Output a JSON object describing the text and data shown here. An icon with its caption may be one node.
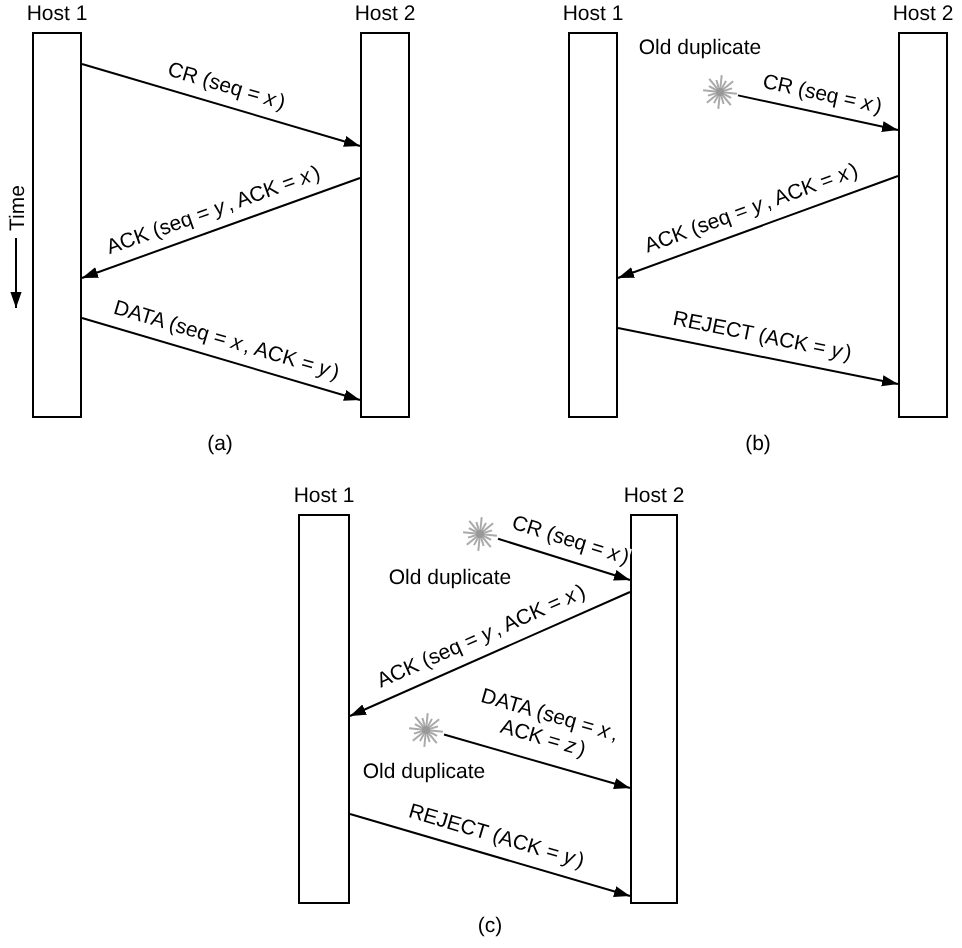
{
  "diagram": {
    "nodes": [
      {
        "text": [
          "Host 1"
        ]
      },
      {
        "text": [
          "Host 2"
        ]
      },
      {
        "text": [
          "Host 1"
        ]
      },
      {
        "text": [],
        "shape": "star",
        "beside": [
          "Old duplicate"
        ]
      },
      {
        "text": [
          "Host 2"
        ]
      },
      {
        "text": [
          "Host 1"
        ]
      },
      {
        "text": [],
        "shape": "star",
        "beside": [
          "Old duplicate"
        ]
      },
      {
        "text": [],
        "shape": "star",
        "beside": [
          "Old duplicate"
        ]
      },
      {
        "text": [
          "Host 2"
        ]
      }
    ],
    "edges": [
      {
        "from": 0,
        "to": 1,
        "arrow": "to",
        "label": "CR (seq = *x*)"
      },
      {
        "from": 1,
        "to": 0,
        "arrow": "to",
        "label": "ACK (seq = *y*, ACK = *x*)"
      },
      {
        "from": 0,
        "to": 1,
        "arrow": "to",
        "label": "DATA (seq = *x*, ACK = *y*)"
      },
      {
        "from": 3,
        "to": 4,
        "arrow": "to",
        "label": "CR (seq = *x*)"
      },
      {
        "from": 4,
        "to": 2,
        "arrow": "to",
        "label": "ACK (seq = *y*, ACK = *x*)"
      },
      {
        "from": 2,
        "to": 4,
        "arrow": "to",
        "label": "REJECT (ACK = *y*)"
      },
      {
        "from": 6,
        "to": 8,
        "arrow": "to",
        "label": "CR (seq = *x*)"
      },
      {
        "from": 8,
        "to": 5,
        "arrow": "to",
        "label": "ACK (seq = *y*, ACK = *x*)"
      },
      {
        "from": 7,
        "to": 8,
        "arrow": "to",
        "label": "DATA (seq = *x*, ACK = *z*)"
      },
      {
        "from": 5,
        "to": 8,
        "arrow": "to",
        "label": "REJECT (ACK = *y*)"
      }
    ],
    "labels": [
      "Time",
      "(a)",
      "(b)",
      "(c)"
    ]
  }
}
